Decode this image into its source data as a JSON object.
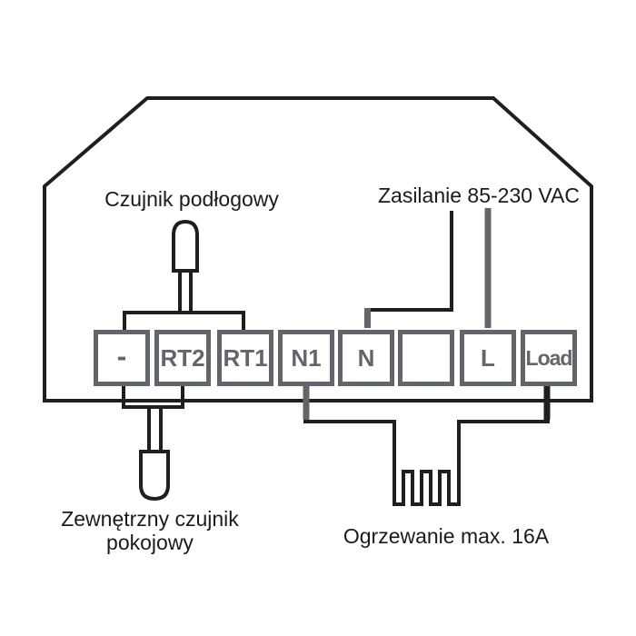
{
  "colors": {
    "wire": "#1f1f1f",
    "terminal": "#626569",
    "text": "#1b1b1b",
    "bg": "#ffffff"
  },
  "labels": {
    "floor_sensor": "Czujnik podłogowy",
    "power_supply": "Zasilanie 85-230 VAC",
    "external_sensor_line1": "Zewnętrzny czujnik",
    "external_sensor_line2": "pokojowy",
    "heating": "Ogrzewanie max. 16A"
  },
  "terminals": [
    {
      "id": "minus",
      "label": "-"
    },
    {
      "id": "rt2",
      "label": "RT2"
    },
    {
      "id": "rt1",
      "label": "RT1"
    },
    {
      "id": "n1",
      "label": "N1"
    },
    {
      "id": "n",
      "label": "N"
    },
    {
      "id": "empty",
      "label": ""
    },
    {
      "id": "l",
      "label": "L"
    },
    {
      "id": "load",
      "label": "Load"
    }
  ]
}
